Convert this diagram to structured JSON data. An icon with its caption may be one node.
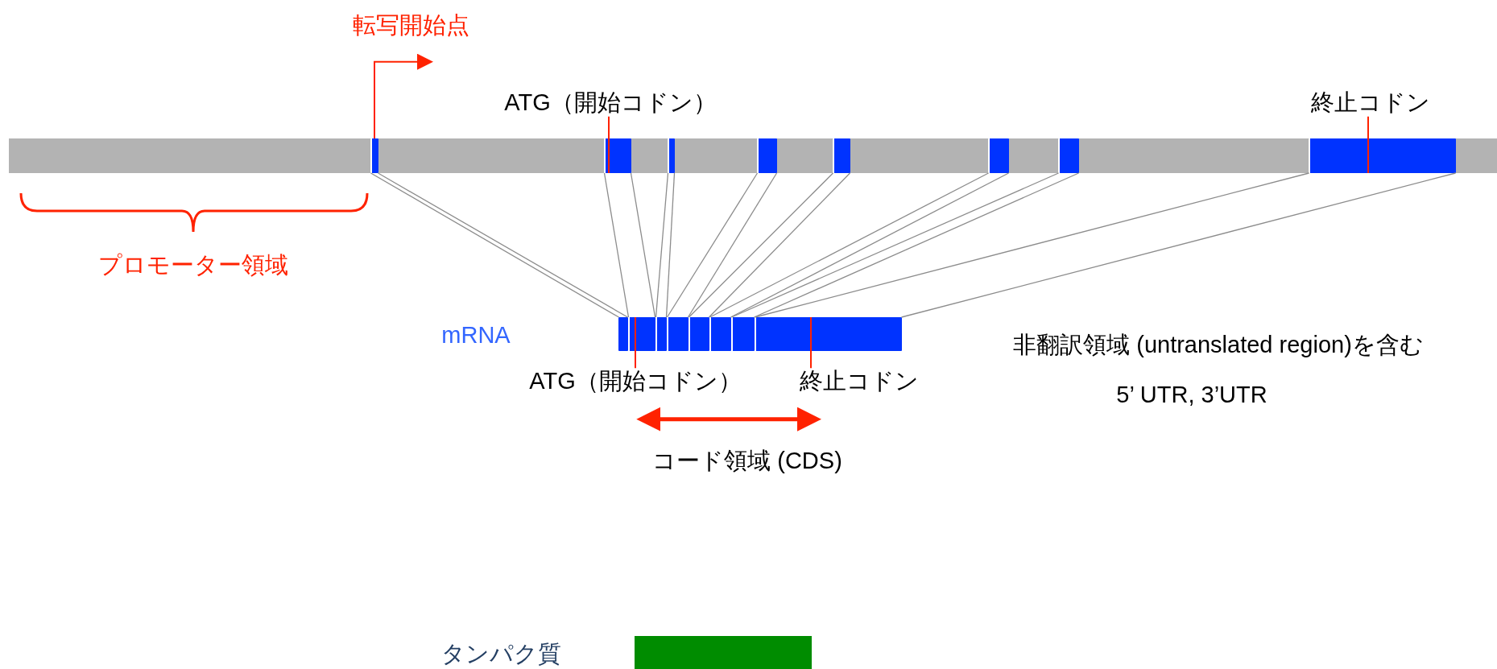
{
  "diagram": {
    "nodes": [
      {
        "text": [],
        "shape": "bar"
      },
      {
        "text": [],
        "shape": "box",
        "in": 0
      },
      {
        "text": [],
        "shape": "box",
        "in": 0
      },
      {
        "text": [],
        "shape": "box",
        "in": 0
      },
      {
        "text": [],
        "shape": "box",
        "in": 0
      },
      {
        "text": [],
        "shape": "box",
        "in": 0
      },
      {
        "text": [],
        "shape": "box",
        "in": 0
      },
      {
        "text": [],
        "shape": "box",
        "in": 0
      },
      {
        "text": [],
        "shape": "box",
        "in": 0
      },
      {
        "text": [
          "ATG（開始コドン）"
        ]
      },
      {
        "text": [
          "終止コドン"
        ]
      },
      {
        "text": [],
        "shape": "box"
      },
      {
        "text": [],
        "shape": "box"
      },
      {
        "text": [],
        "shape": "box"
      },
      {
        "text": [],
        "shape": "box"
      },
      {
        "text": [],
        "shape": "box"
      },
      {
        "text": [],
        "shape": "box"
      },
      {
        "text": [],
        "shape": "box"
      },
      {
        "text": [],
        "shape": "box"
      },
      {
        "text": [
          "ATG（開始コドン）"
        ]
      },
      {
        "text": [
          "終止コドン"
        ]
      },
      {
        "text": [],
        "shape": "bar"
      },
      {
        "text": [
          "転写開始点"
        ]
      }
    ],
    "edges": [
      {
        "from": 1,
        "to": 11,
        "arrow": "none"
      },
      {
        "from": 1,
        "to": 11,
        "arrow": "none"
      },
      {
        "from": 2,
        "to": 12,
        "arrow": "none"
      },
      {
        "from": 2,
        "to": 12,
        "arrow": "none"
      },
      {
        "from": 3,
        "to": 13,
        "arrow": "none"
      },
      {
        "from": 3,
        "to": 13,
        "arrow": "none"
      },
      {
        "from": 4,
        "to": 14,
        "arrow": "none"
      },
      {
        "from": 4,
        "to": 14,
        "arrow": "none"
      },
      {
        "from": 5,
        "to": 15,
        "arrow": "none"
      },
      {
        "from": 5,
        "to": 15,
        "arrow": "none"
      },
      {
        "from": 6,
        "to": 16,
        "arrow": "none"
      },
      {
        "from": 6,
        "to": 16,
        "arrow": "none"
      },
      {
        "from": 7,
        "to": 17,
        "arrow": "none"
      },
      {
        "from": 7,
        "to": 17,
        "arrow": "none"
      },
      {
        "from": 8,
        "to": 18,
        "arrow": "none"
      },
      {
        "from": 8,
        "to": 18,
        "arrow": "none"
      },
      {
        "from": 9,
        "to": 2,
        "arrow": "none",
        "color": "#ff2200"
      },
      {
        "from": 10,
        "to": 8,
        "arrow": "none",
        "color": "#ff2200"
      },
      {
        "from": 19,
        "to": 12,
        "arrow": "none",
        "color": "#ff2200"
      },
      {
        "from": 20,
        "to": 18,
        "arrow": "none",
        "color": "#ff2200"
      },
      {
        "from": 1,
        "to": 22,
        "arrow": "to",
        "color": "#ff2200"
      },
      {
        "from": 19,
        "to": 20,
        "arrow": "both",
        "style": "thick",
        "color": "#ff2200"
      }
    ],
    "labels": [
      "プロモーター領域",
      "mRNA",
      "非翻訳領域 (untranslated region)を含む",
      "5’ UTR, 3’UTR",
      "コード領域 (CDS)",
      "タンパク質"
    ]
  }
}
